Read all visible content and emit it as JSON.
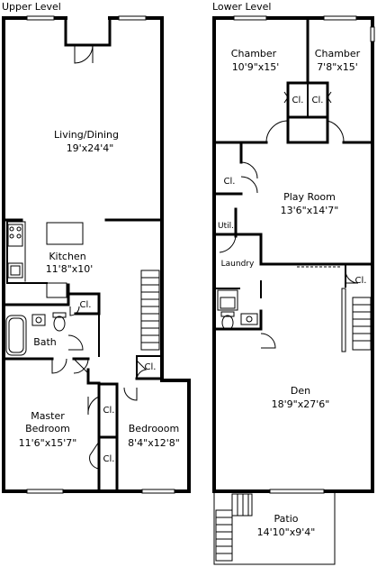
{
  "levels": {
    "upper": {
      "title": "Upper Level"
    },
    "lower": {
      "title": "Lower Level"
    }
  },
  "upper_rooms": {
    "living": {
      "name": "Living/Dining",
      "dim": "19'x24'4\""
    },
    "kitchen": {
      "name": "Kitchen",
      "dim": "11'8\"x10'"
    },
    "bath": {
      "name": "Bath"
    },
    "master": {
      "name_line1": "Master",
      "name_line2": "Bedroom",
      "dim": "11'6\"x15'7\""
    },
    "bedroom": {
      "name": "Bedrooom",
      "dim": "8'4\"x12'8\""
    },
    "closets": [
      "Cl.",
      "Cl.",
      "Cl.",
      "Cl."
    ]
  },
  "lower_rooms": {
    "chamber_left": {
      "name": "Chamber",
      "dim": "10'9\"x15'"
    },
    "chamber_right": {
      "name": "Chamber",
      "dim": "7'8\"x15'"
    },
    "playroom": {
      "name": "Play Room",
      "dim": "13'6\"x14'7\""
    },
    "util": {
      "name": "Util."
    },
    "laundry": {
      "name": "Laundry"
    },
    "den": {
      "name": "Den",
      "dim": "18'9\"x27'6\""
    },
    "patio": {
      "name": "Patio",
      "dim": "14'10\"x9'4\""
    },
    "closets": [
      "Cl.",
      "Cl.",
      "Cl.",
      "Cl."
    ]
  }
}
